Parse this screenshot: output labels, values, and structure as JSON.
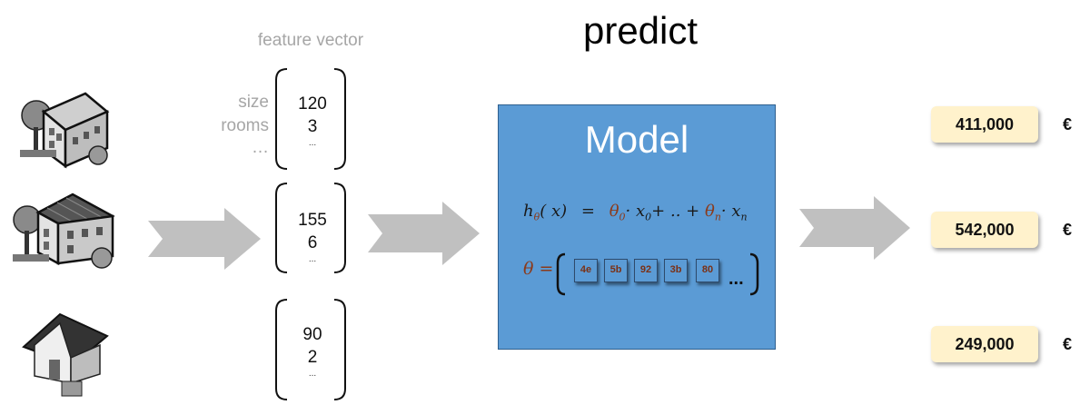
{
  "title": "predict",
  "feature_vector": {
    "heading": "feature vector",
    "labels": [
      "size",
      "rooms",
      "…"
    ],
    "vectors": [
      {
        "values": [
          "120",
          "3"
        ],
        "more": "..."
      },
      {
        "values": [
          "155",
          "6"
        ],
        "more": "..."
      },
      {
        "values": [
          "90",
          "2"
        ],
        "more": "..."
      }
    ]
  },
  "model": {
    "title": "Model",
    "formula": {
      "lhs": "h",
      "lhs_sub": "θ",
      "lhs_arg": "( x)",
      "equals": "=",
      "t0": "θ",
      "t0_sub": "0",
      "x0": "x",
      "x0_sub": "0",
      "mid": "+ .. +",
      "tn": "θ",
      "tn_sub": "n",
      "xn": "x",
      "xn_sub": "n",
      "dot": "·"
    },
    "theta_label": "θ =",
    "params": [
      "4e",
      "5b",
      "92",
      "3b",
      "80"
    ],
    "params_more": "..."
  },
  "predictions": [
    {
      "value": "411,000",
      "currency": "€"
    },
    {
      "value": "542,000",
      "currency": "€"
    },
    {
      "value": "249,000",
      "currency": "€"
    }
  ],
  "colors": {
    "model_fill": "#5b9bd5",
    "price_fill": "#fff2cc",
    "arrow": "#c0c0c0",
    "param_text": "#7a3015"
  },
  "icons": [
    "house-large-icon",
    "house-roof-icon",
    "house-small-icon"
  ]
}
